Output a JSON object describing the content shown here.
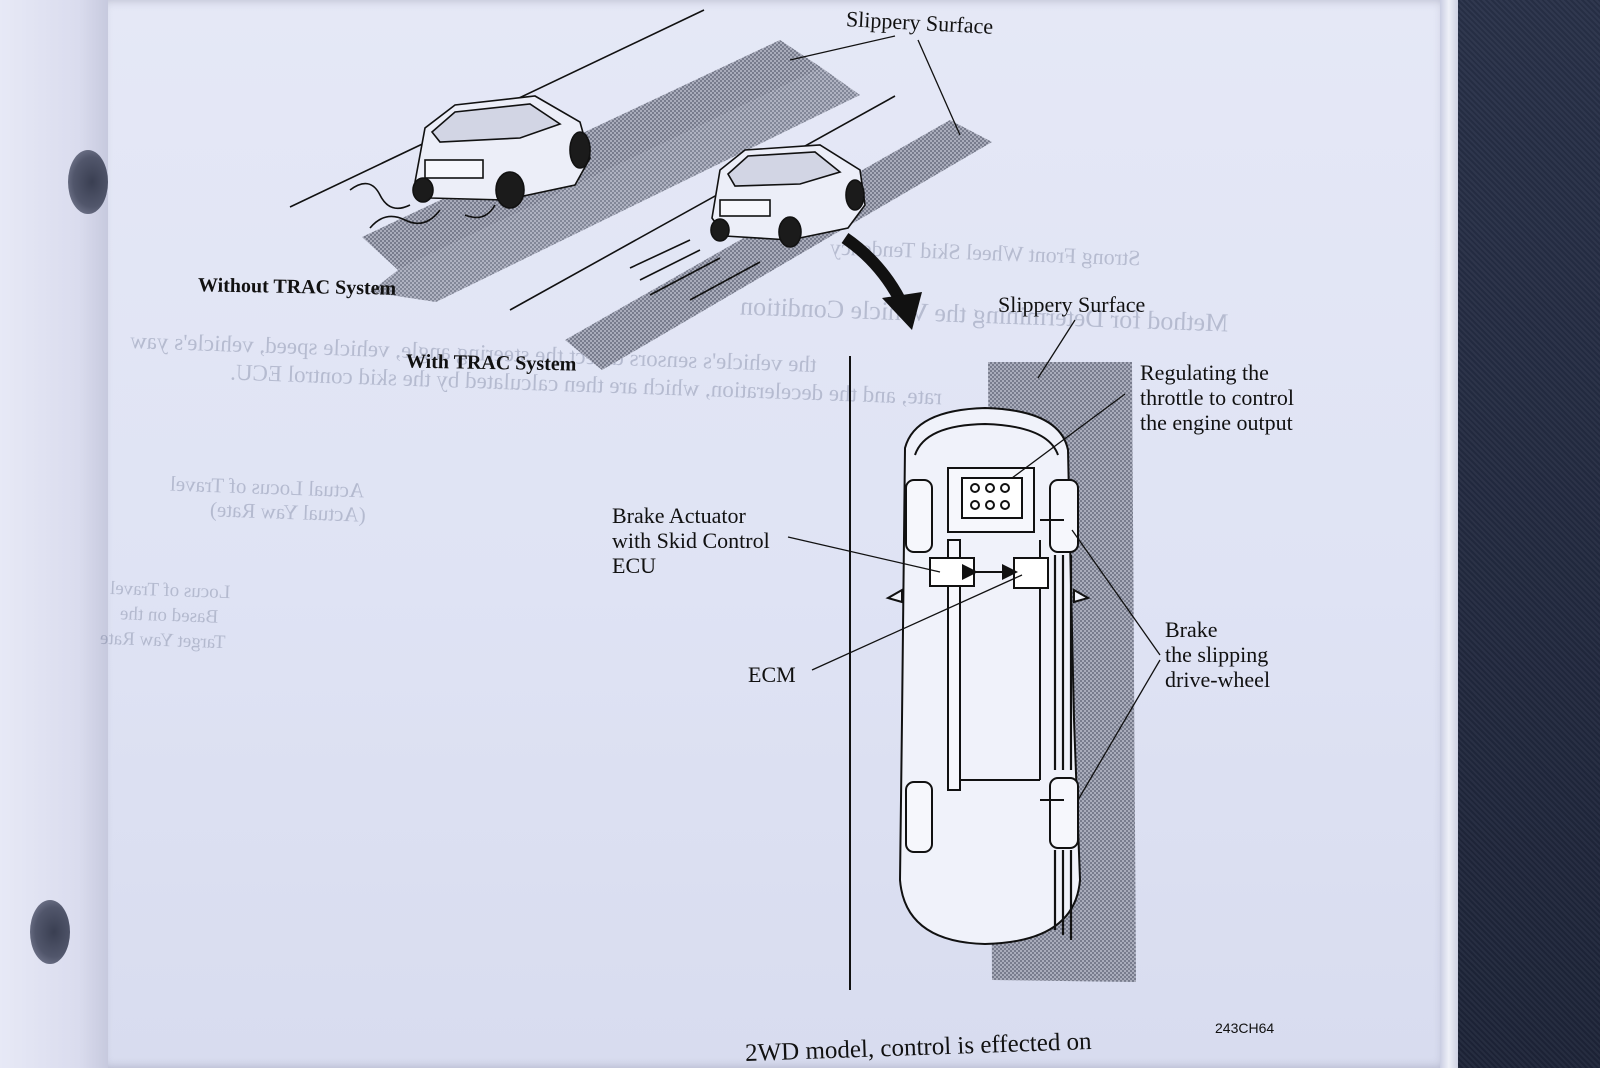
{
  "figure": {
    "label_slippery_top": "Slippery Surface",
    "label_without_trac": "Without TRAC System",
    "label_with_trac": "With TRAC System",
    "label_slippery_right": "Slippery Surface",
    "label_regulating": [
      "Regulating the",
      "throttle to control",
      "the engine output"
    ],
    "label_brake_actuator": [
      "Brake Actuator",
      "with Skid Control",
      "ECU"
    ],
    "label_ecm": "ECM",
    "label_brake_wheel": [
      "Brake",
      "the slipping",
      "drive-wheel"
    ],
    "figure_code": "243CH64"
  },
  "body_text": {
    "bottom_line": "2WD model, control is effected on"
  },
  "show_through": {
    "lines": [
      "Method for Determining the Vehicle Condition",
      "the vehicle's sensors detect the steering angle, vehicle speed, vehicle's yaw",
      "rate, and the deceleration, which are then calculated by the skid control ECU.",
      "Strong Front Wheel Skid Tendency",
      "Actual Locus of Travel",
      "(Actual Yaw Rate)",
      "Locus of Travel",
      "Based on the",
      "Target Yaw Rate"
    ]
  },
  "colors": {
    "paper": "#e2e5f5",
    "ink": "#111111",
    "hatch": "#6a6e80"
  }
}
